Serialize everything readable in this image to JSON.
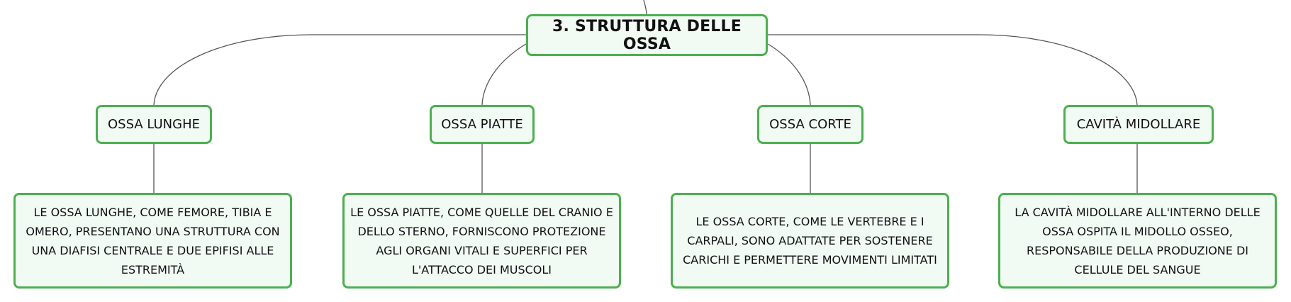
{
  "diagram": {
    "root": {
      "label": "3. STRUTTURA DELLE OSSA"
    },
    "categories": [
      {
        "label": "OSSA LUNGHE",
        "detail": "LE OSSA LUNGHE, COME FEMORE, TIBIA E OMERO, PRESENTANO UNA STRUTTURA CON UNA DIAFISI CENTRALE E DUE EPIFISI ALLE ESTREMITÀ"
      },
      {
        "label": "OSSA PIATTE",
        "detail": "LE OSSA PIATTE, COME QUELLE DEL CRANIO E DELLO STERNO, FORNISCONO PROTEZIONE AGLI ORGANI VITALI E SUPERFICI PER L'ATTACCO DEI MUSCOLI"
      },
      {
        "label": "OSSA CORTE",
        "detail": "LE OSSA CORTE, COME LE VERTEBRE E I CARPALI, SONO ADATTATE PER SOSTENERE CARICHI E PERMETTERE MOVIMENTI LIMITATI"
      },
      {
        "label": "CAVITÀ MIDOLLARE",
        "detail": "LA CAVITÀ MIDOLLARE ALL'INTERNO DELLE OSSA OSPITA IL MIDOLLO OSSEO, RESPONSABILE DELLA PRODUZIONE DI CELLULE DEL SANGUE"
      }
    ],
    "colors": {
      "border": "#4caf50",
      "fill": "#f2faf4",
      "line": "#555555"
    }
  }
}
